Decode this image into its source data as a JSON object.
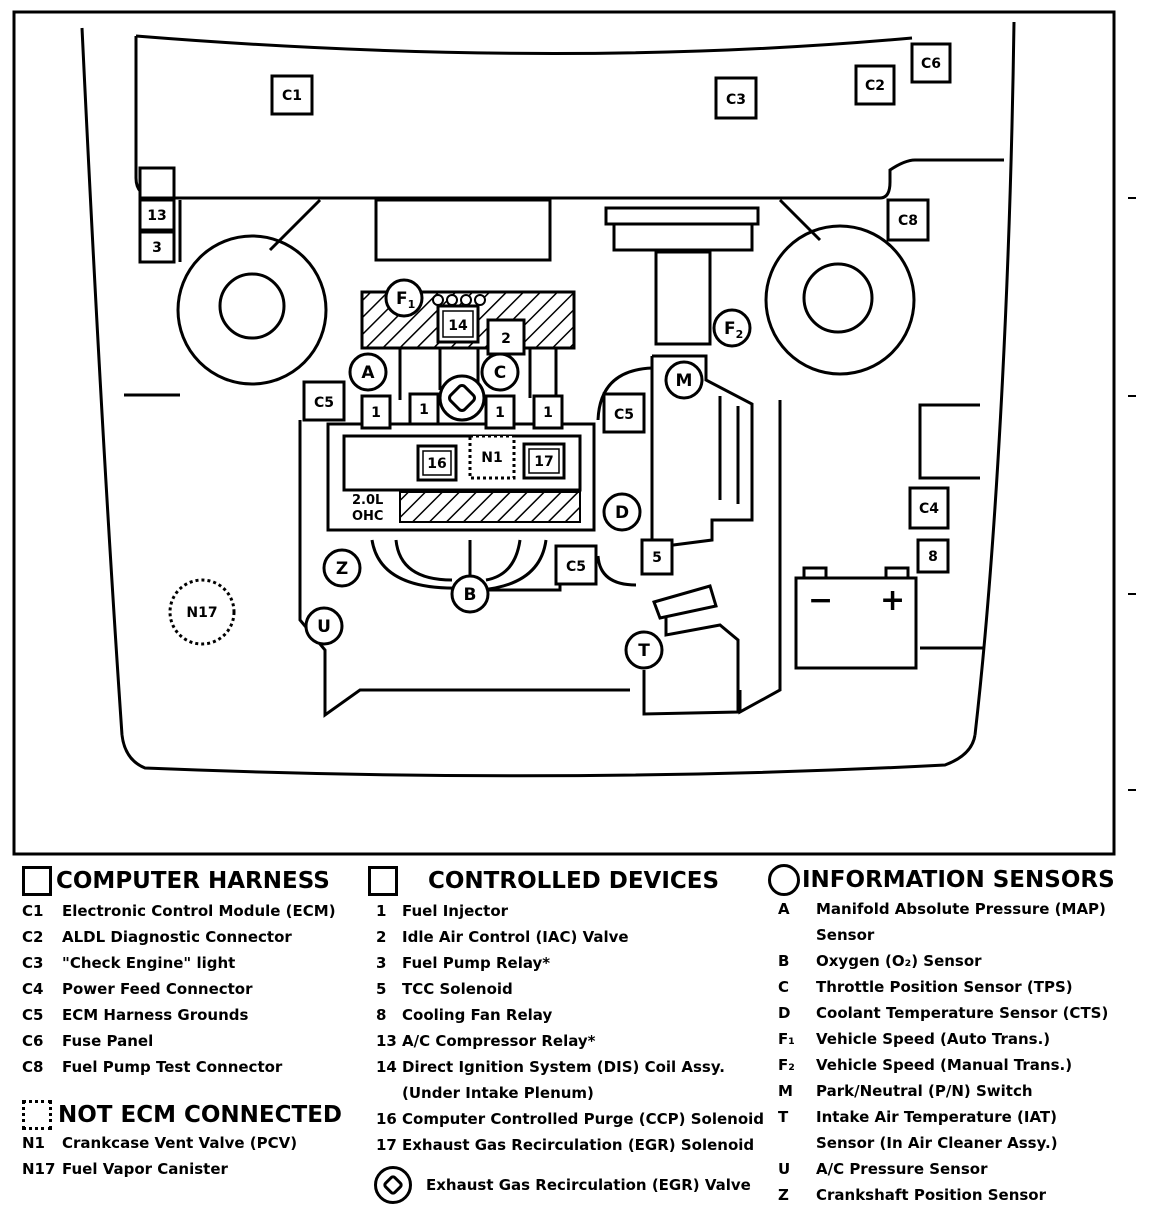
{
  "diagram": {
    "labels": {
      "c1": "C1",
      "c3": "C3",
      "c2": "C2",
      "c6": "C6",
      "c8": "C8",
      "b13": "13",
      "b3": "3",
      "f1": "F1",
      "f1_main": "F",
      "f1_sub": "1",
      "b14": "14",
      "b2": "2",
      "f2_main": "F",
      "f2_sub": "2",
      "a": "A",
      "c": "C",
      "m": "M",
      "c5a": "C5",
      "c5b": "C5",
      "c5c": "C5",
      "inj": "1",
      "b16": "16",
      "n1": "N1",
      "b17": "17",
      "engine1": "2.0L",
      "engine2": "OHC",
      "d": "D",
      "c4": "C4",
      "b8": "8",
      "z": "Z",
      "b": "B",
      "b5": "5",
      "n17": "N17",
      "u": "U",
      "t": "T",
      "minus": "−",
      "plus": "+"
    }
  },
  "legend": {
    "harness": {
      "title": "COMPUTER HARNESS",
      "items": [
        {
          "code": "C1",
          "desc": "Electronic Control Module (ECM)"
        },
        {
          "code": "C2",
          "desc": "ALDL Diagnostic Connector"
        },
        {
          "code": "C3",
          "desc": "\"Check Engine\" light"
        },
        {
          "code": "C4",
          "desc": "Power Feed Connector"
        },
        {
          "code": "C5",
          "desc": "ECM Harness Grounds"
        },
        {
          "code": "C6",
          "desc": "Fuse Panel"
        },
        {
          "code": "C8",
          "desc": "Fuel Pump Test Connector"
        }
      ]
    },
    "not_ecm": {
      "title": "NOT ECM CONNECTED",
      "items": [
        {
          "code": "N1",
          "desc": "Crankcase Vent Valve (PCV)"
        },
        {
          "code": "N17",
          "desc": "Fuel Vapor Canister"
        }
      ]
    },
    "devices": {
      "title": "CONTROLLED DEVICES",
      "items": [
        {
          "code": "1",
          "desc": "Fuel Injector"
        },
        {
          "code": "2",
          "desc": "Idle Air Control (IAC) Valve"
        },
        {
          "code": "3",
          "desc": "Fuel Pump Relay*"
        },
        {
          "code": "5",
          "desc": "TCC Solenoid"
        },
        {
          "code": "8",
          "desc": "Cooling Fan Relay"
        },
        {
          "code": "13",
          "desc": "A/C Compressor Relay*"
        },
        {
          "code": "14",
          "desc": "Direct Ignition System (DIS) Coil Assy."
        },
        {
          "code": "",
          "desc": "(Under Intake Plenum)"
        },
        {
          "code": "16",
          "desc": "Computer Controlled Purge (CCP) Solenoid"
        },
        {
          "code": "17",
          "desc": "Exhaust Gas Recirculation (EGR) Solenoid"
        }
      ],
      "egr_valve": "Exhaust Gas Recirculation (EGR) Valve"
    },
    "sensors": {
      "title": "INFORMATION SENSORS",
      "items": [
        {
          "code": "A",
          "desc": "Manifold  Absolute Pressure  (MAP)"
        },
        {
          "code": "",
          "desc": "Sensor"
        },
        {
          "code": "B",
          "desc": "Oxygen (O₂) Sensor"
        },
        {
          "code": "C",
          "desc": "Throttle Position Sensor (TPS)"
        },
        {
          "code": "D",
          "desc": "Coolant Temperature Sensor (CTS)"
        },
        {
          "code": "F₁",
          "desc": "Vehicle Speed (Auto Trans.)"
        },
        {
          "code": "F₂",
          "desc": "Vehicle Speed (Manual Trans.)"
        },
        {
          "code": "M",
          "desc": "Park/Neutral (P/N) Switch"
        },
        {
          "code": "T",
          "desc": "Intake  Air Temperature (IAT)"
        },
        {
          "code": "",
          "desc": "Sensor (In Air Cleaner Assy.)"
        },
        {
          "code": "U",
          "desc": "A/C Pressure Sensor"
        },
        {
          "code": "Z",
          "desc": "Crankshaft Position Sensor"
        }
      ]
    }
  }
}
